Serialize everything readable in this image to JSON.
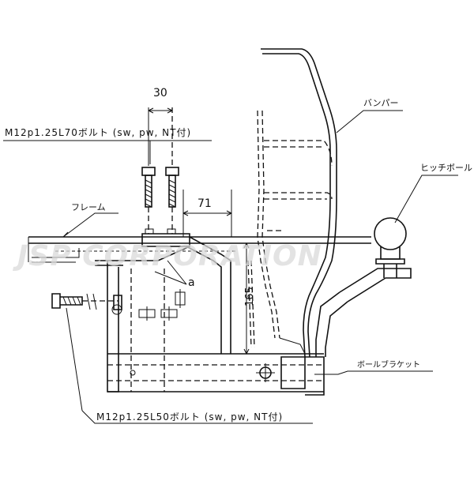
{
  "watermark": "JSP CORPORATION",
  "labels": {
    "bumper": "バンパー",
    "hitch_ball": "ヒッチボール",
    "frame": "フレーム",
    "ball_bracket": "ボールブラケット",
    "bolt_upper": "M12p1.25L70ボルト (sw, pw, NT付)",
    "bolt_lower": "M12p1.25L50ボルト (sw, pw, NT付)"
  },
  "dimensions": {
    "dim_30": "30",
    "dim_71": "71",
    "dim_165": "165",
    "marker_a": "a"
  }
}
